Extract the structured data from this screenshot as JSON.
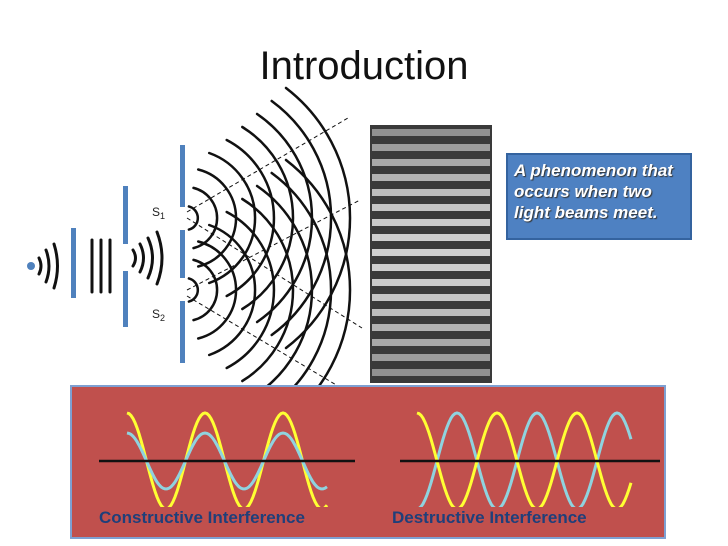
{
  "title": "Introduction",
  "callout": "A phenomenon that occurs when two light beams meet.",
  "slits": {
    "s1": "S",
    "s1_sub": "1",
    "s2": "S",
    "s2_sub": "2"
  },
  "panel": {
    "constructive_label": "Constructive Interference",
    "destructive_label": "Destructive Interference"
  },
  "colors": {
    "barrier": "#4f81bd",
    "wave_yellow": "#ffff33",
    "wave_cyan": "#8fd3df",
    "panel_bg": "#c0504d",
    "callout_bg": "#4e81c2"
  },
  "icons": [
    "light-source-dot",
    "wavefront-arcs",
    "fringe-pattern-image"
  ]
}
